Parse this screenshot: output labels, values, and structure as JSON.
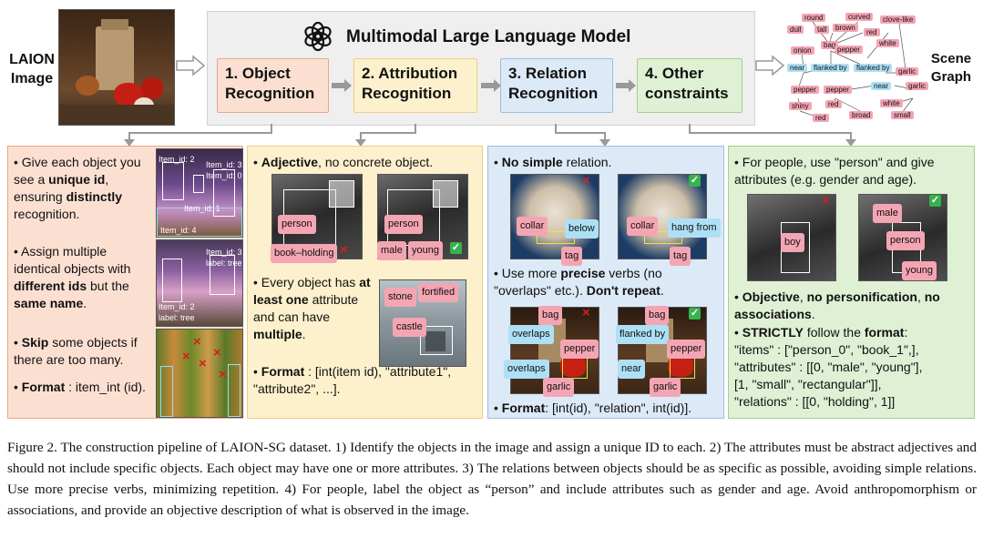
{
  "header": {
    "laion_label": "LAION\nImage",
    "model_title": "Multimodal Large Language Model",
    "scene_graph_label": "Scene\nGraph"
  },
  "steps": [
    {
      "label": "1. Object\nRecognition",
      "bg": "#fbe0d2",
      "border": "#e9a58a"
    },
    {
      "label": "2. Attribution\nRecognition",
      "bg": "#fdf0cc",
      "border": "#eccf80"
    },
    {
      "label": "3. Relation\nRecognition",
      "bg": "#dce9f6",
      "border": "#9dbde0"
    },
    {
      "label": "4. Other\nconstraints",
      "bg": "#dff0d5",
      "border": "#a6cf8e"
    }
  ],
  "scene_graph": {
    "nodes": [
      "round",
      "curved",
      "clove-like",
      "dull",
      "tall",
      "brown",
      "red",
      "onion",
      "bag",
      "white",
      "pepper",
      "near",
      "flanked by",
      "flanked by",
      "garlic",
      "pepper",
      "pepper",
      "near",
      "garlic",
      "shiny",
      "red",
      "white",
      "red",
      "broad",
      "small"
    ]
  },
  "panel1": {
    "p1a": "• Give each object you see a ",
    "p1b": "unique id",
    "p1c": ", ensuring ",
    "p1d": "distinctly",
    "p1e": " recognition.",
    "p2a": "• Assign multiple identical objects with ",
    "p2b": "different ids",
    "p2c": " but the ",
    "p2d": "same name",
    "p2e": ".",
    "p3a": "• ",
    "p3b": "Skip",
    "p3c": " some objects if there are too many.",
    "p4a": "• ",
    "p4b": "Format",
    "p4c": " : item_int (id).",
    "img1_tags": [
      "Item_id: 2",
      "Item_id: 3",
      "Item_id: 0",
      "Item_id: 1",
      "Item_id: 4"
    ],
    "img2_tags": [
      "Item_id: 3",
      "label: tree",
      "Item_id: 2",
      "label: tree"
    ]
  },
  "panel2": {
    "p1a": "• ",
    "p1b": "Adjective",
    "p1c": ", no concrete object.",
    "p2a": "• Every object has ",
    "p2b": "at least one",
    "p2c": " attribute and can have ",
    "p2d": "multiple",
    "p2e": ".",
    "p3a": "• ",
    "p3b": "Format",
    "p3c": " : [int(item id), \"attribute1\", \"attribute2\", ...].",
    "tags": [
      "person",
      "book–holding",
      "person",
      "male",
      "young",
      "stone",
      "fortified",
      "castle"
    ]
  },
  "panel3": {
    "p1a": "• ",
    "p1b": "No simple",
    "p1c": " relation.",
    "p2a": "• Use more ",
    "p2b": "precise",
    "p2c": " verbs (no \"overlaps\" etc.). ",
    "p2d": "Don't repeat",
    "p2e": ".",
    "p3a": "• ",
    "p3b": "Format",
    "p3c": ": [int(id), \"relation\", int(id)].",
    "tags": [
      "collar",
      "below",
      "tag",
      "collar",
      "hang from",
      "tag",
      "bag",
      "overlaps",
      "pepper",
      "overlaps",
      "garlic",
      "bag",
      "flanked by",
      "pepper",
      "near",
      "garlic"
    ]
  },
  "panel4": {
    "p1": "• For people, use \"person\" and give attributes (e.g. gender and age).",
    "p2a": "• ",
    "p2b": "Objective",
    "p2c": ", ",
    "p2d": "no personification",
    "p2e": ", ",
    "p2f": "no associations",
    "p2g": ".",
    "p3a": "• ",
    "p3b": "STRICTLY",
    "p3c": " follow the ",
    "p3d": "format",
    "p3e": ":",
    "p3f": "\"items\" : [\"person_0\", \"book_1\",],\n\"attributes\" : [[0, \"male\", \"young\"],\n[1, \"small\", \"rectangular\"]],\n\"relations\" : [[0, \"holding\", 1]]",
    "tags": [
      "boy",
      "male",
      "person",
      "young"
    ]
  },
  "caption": "Figure 2. The construction pipeline of LAION-SG dataset. 1) Identify the objects in the image and assign a unique ID to each. 2) The attributes must be abstract adjectives and should not include specific objects. Each object may have one or more attributes. 3) The relations between objects should be as specific as possible, avoiding simple relations. Use more precise verbs, minimizing repetition. 4) For people, label the object as “person” and include attributes such as gender and age. Avoid anthropomorphism or associations, and provide an objective description of what is observed in the image."
}
